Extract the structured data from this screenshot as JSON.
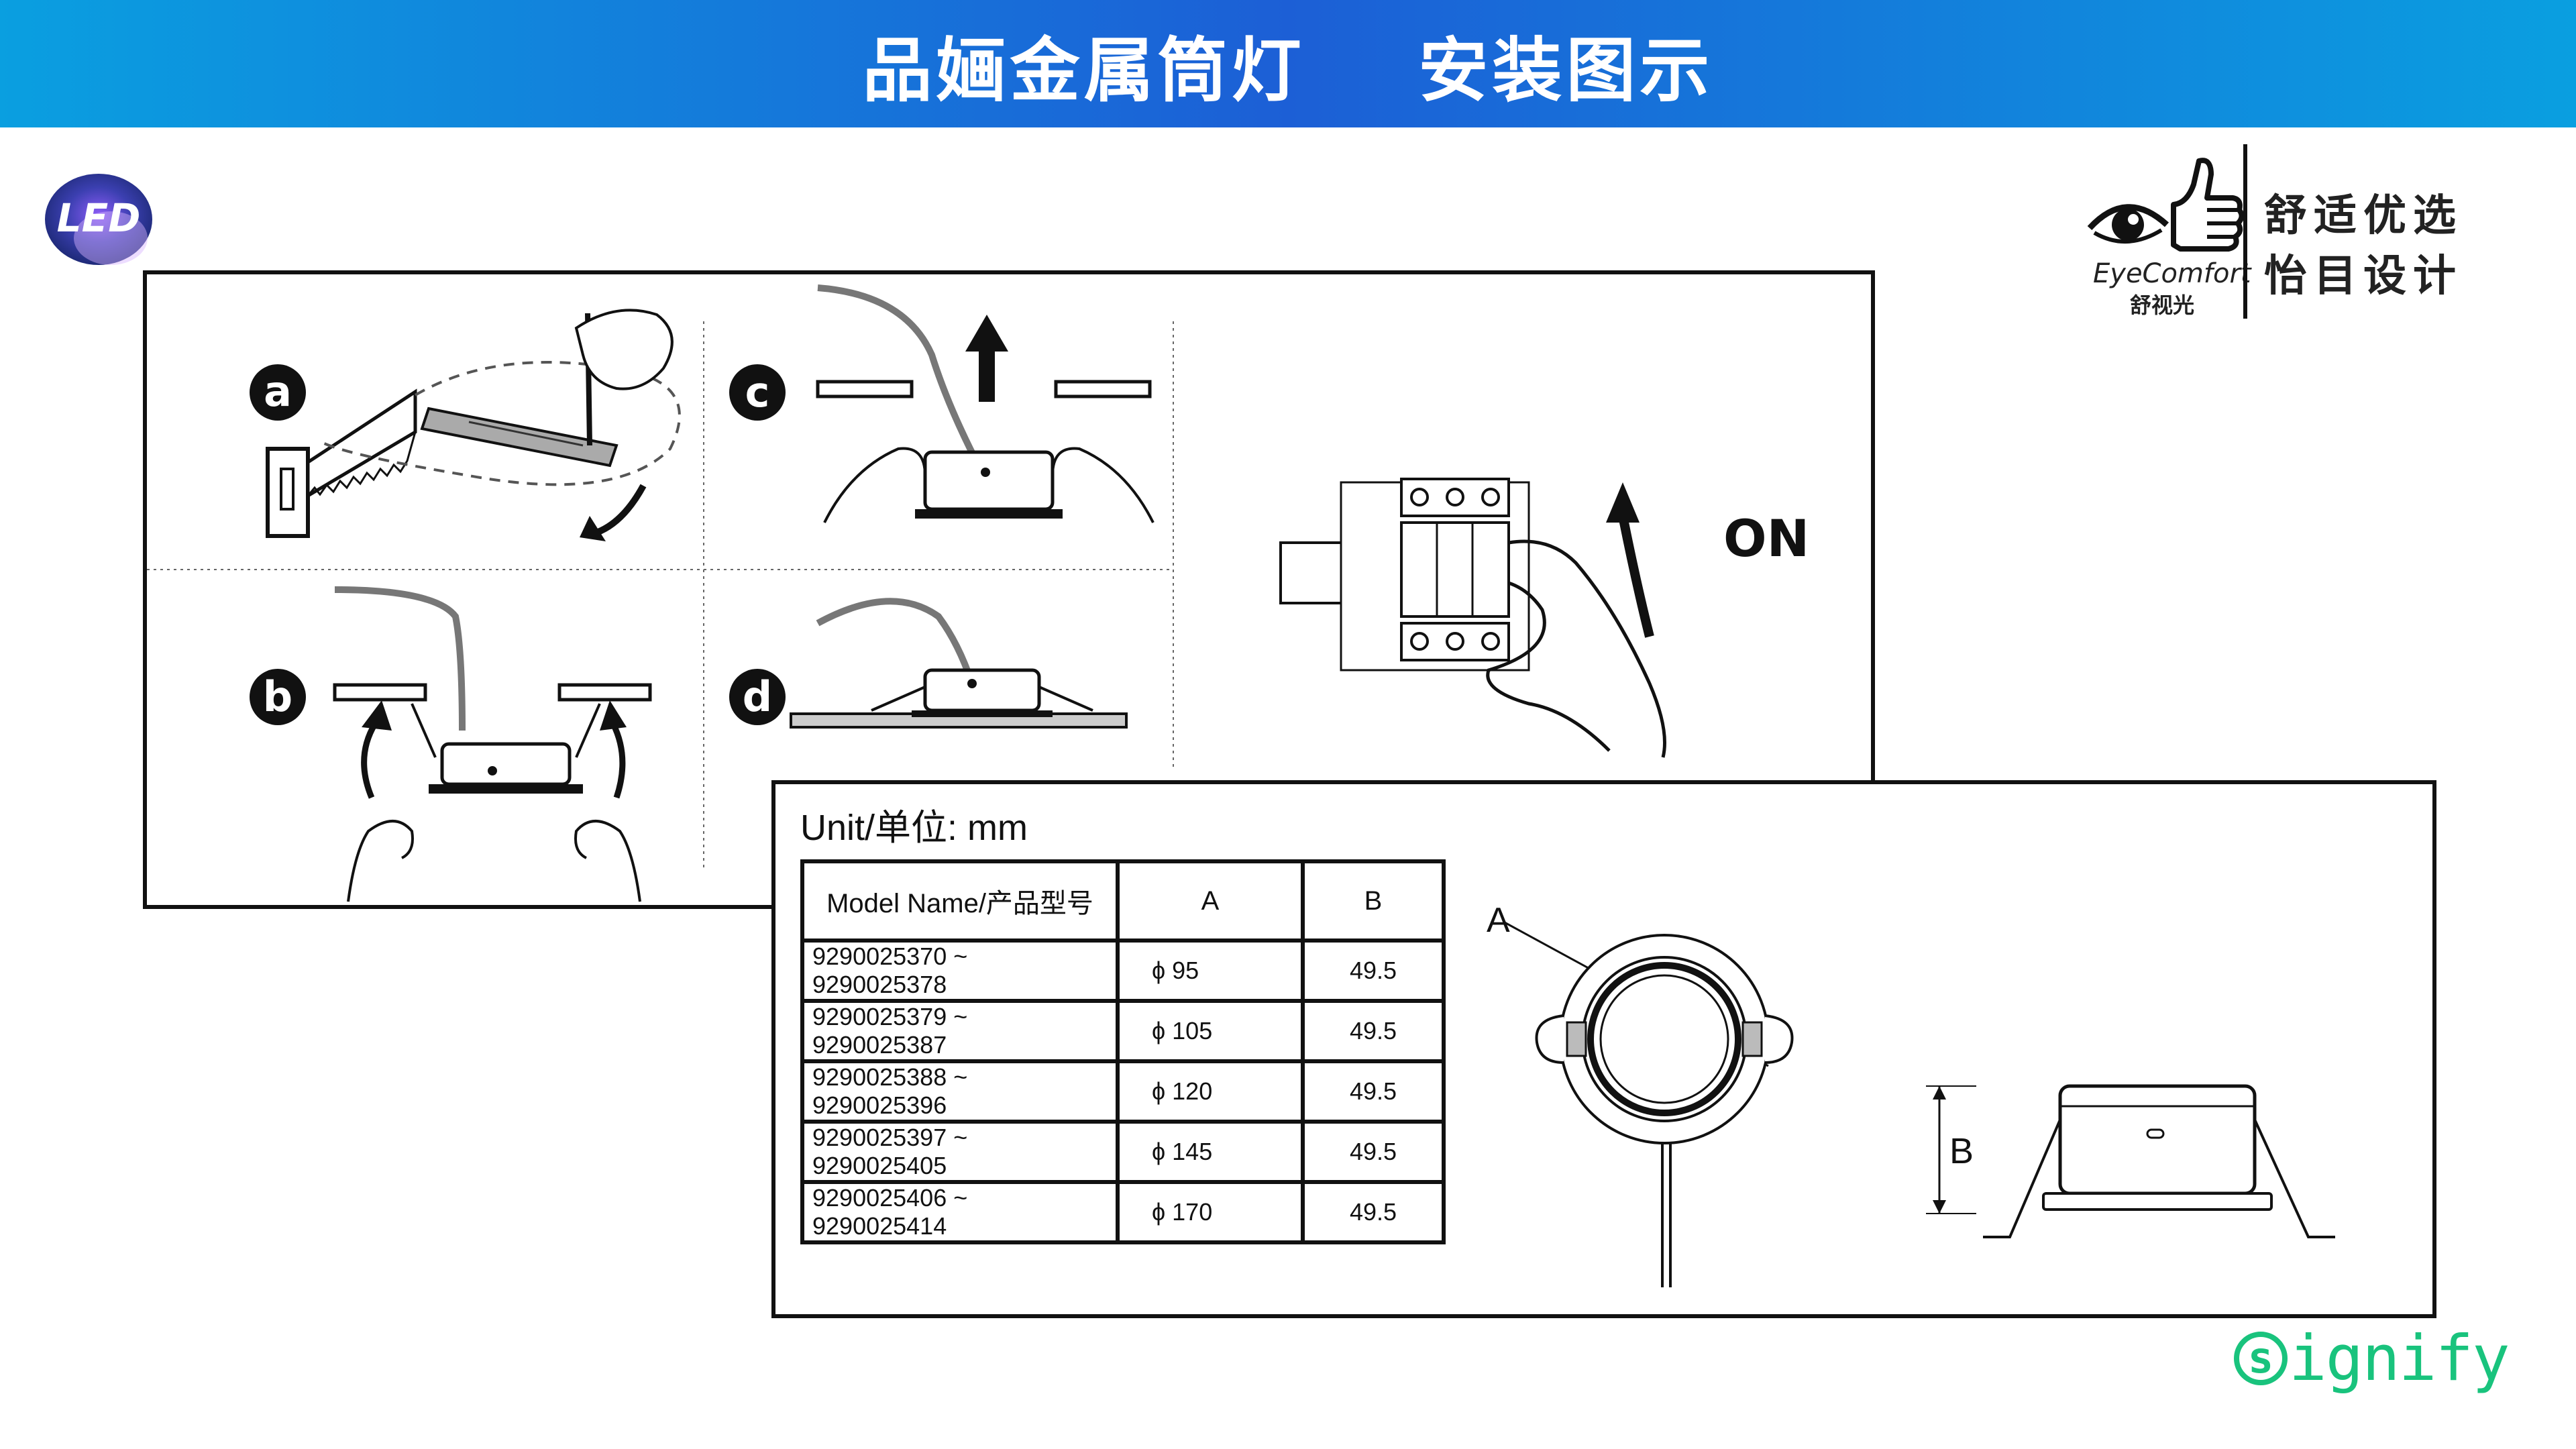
{
  "header": {
    "title": "品婳金属筒灯    安装图示"
  },
  "logos": {
    "led": "LED",
    "eyecomfort_brand": "EyeComfort",
    "eyecomfort_cn": "舒视光",
    "slogan_line1": "舒适优选",
    "slogan_line2": "怡目设计",
    "signify": "ignify"
  },
  "install": {
    "steps": [
      "a",
      "b",
      "c",
      "d"
    ],
    "switch_label": "ON"
  },
  "dimensions": {
    "unit_label": "Unit/单位: mm",
    "table": {
      "headers": [
        "Model Name/产品型号",
        "A",
        "B"
      ],
      "rows": [
        {
          "model": "9290025370 ~ 9290025378",
          "a": "ϕ 95",
          "b": "49.5"
        },
        {
          "model": "9290025379 ~ 9290025387",
          "a": "ϕ 105",
          "b": "49.5"
        },
        {
          "model": "9290025388 ~ 9290025396",
          "a": "ϕ 120",
          "b": "49.5"
        },
        {
          "model": "9290025397 ~ 9290025405",
          "a": "ϕ 145",
          "b": "49.5"
        },
        {
          "model": "9290025406 ~ 9290025414",
          "a": "ϕ 170",
          "b": "49.5"
        }
      ]
    },
    "label_a": "A",
    "label_b": "B"
  },
  "colors": {
    "header_start": "#0a9fe0",
    "header_mid": "#1c5fd6",
    "signify_green": "#19c37d"
  }
}
